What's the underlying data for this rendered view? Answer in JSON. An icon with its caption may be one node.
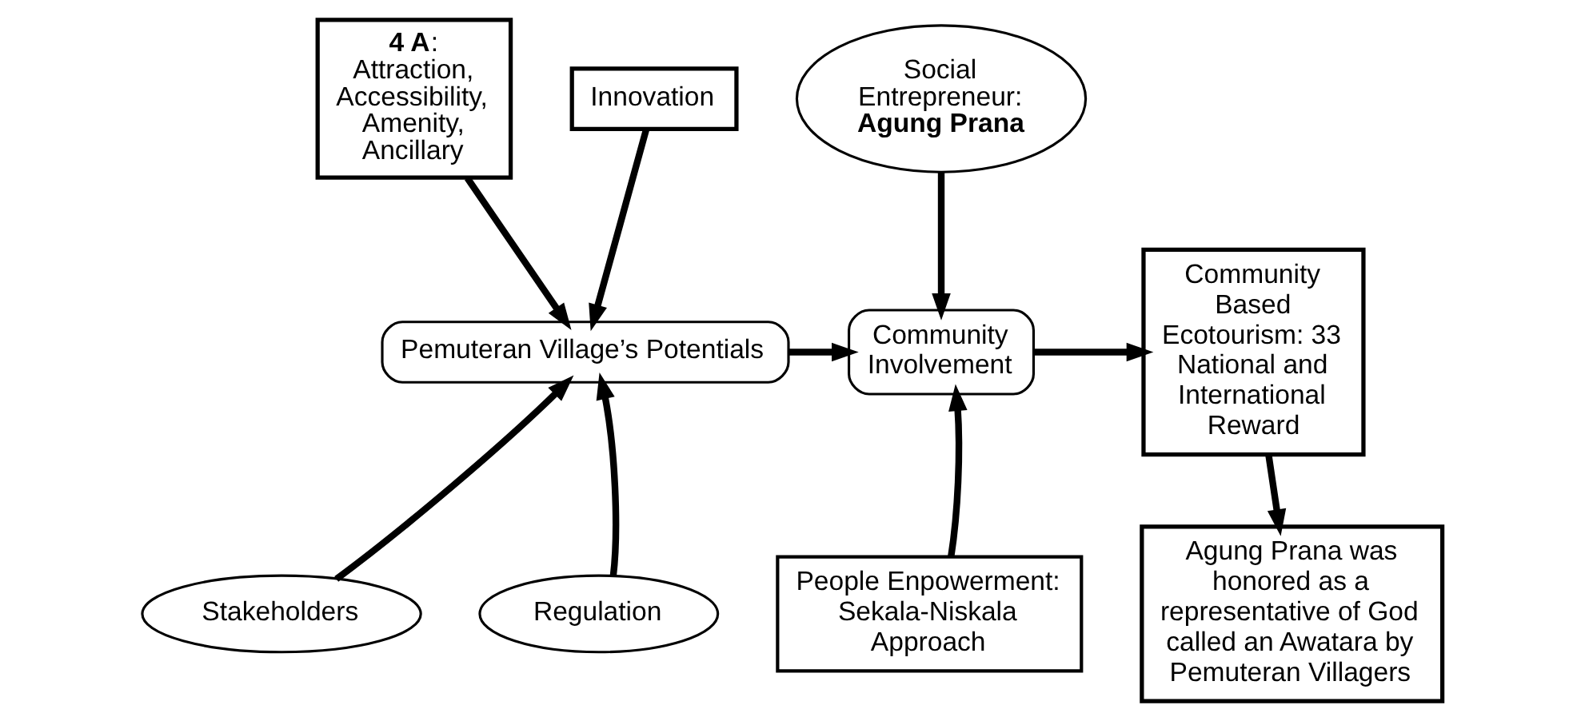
{
  "diagram": {
    "nodes": [
      {
        "text": [
          "**4 A**: Attraction, Accessibility, Amenity, Ancillary"
        ]
      },
      {
        "text": [
          "Innovation"
        ]
      },
      {
        "text": [
          "Social Entrepreneur: **Agung Prana**"
        ]
      },
      {
        "text": [
          "Pemuteran Village’s Potentials"
        ]
      },
      {
        "text": [
          "Community Involvement"
        ]
      },
      {
        "text": [
          "Community Based Ecotourism: 33 National and International Reward"
        ]
      },
      {
        "text": [
          "Stakeholders"
        ]
      },
      {
        "text": [
          "Regulation"
        ]
      },
      {
        "text": [
          "People Enpowerment: Sekala-Niskala Approach"
        ]
      },
      {
        "text": [
          "Agung Prana was honored as a representative of God called an Awatara by Pemuteran Villagers"
        ]
      }
    ],
    "edges": [
      {
        "from": 0,
        "to": 3,
        "arrow": "to"
      },
      {
        "from": 1,
        "to": 3,
        "arrow": "to"
      },
      {
        "from": 6,
        "to": 3,
        "arrow": "to"
      },
      {
        "from": 7,
        "to": 3,
        "arrow": "to"
      },
      {
        "from": 3,
        "to": 4,
        "arrow": "to"
      },
      {
        "from": 2,
        "to": 4,
        "arrow": "to"
      },
      {
        "from": 8,
        "to": 4,
        "arrow": "to"
      },
      {
        "from": 4,
        "to": 5,
        "arrow": "to"
      },
      {
        "from": 5,
        "to": 9,
        "arrow": "to"
      }
    ]
  }
}
